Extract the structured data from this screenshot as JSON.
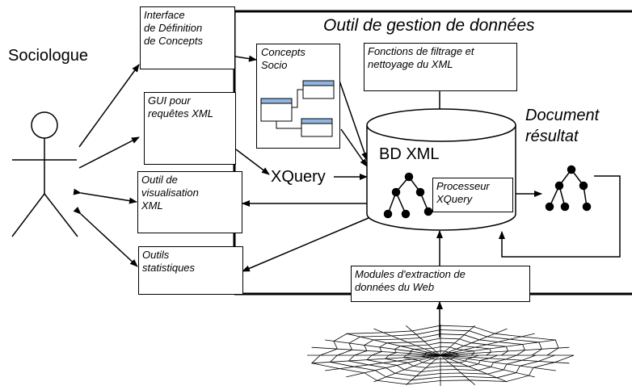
{
  "diagram": {
    "tool_title": "Outil de gestion de données",
    "actor_label": "Sociologue",
    "boxes": {
      "concept_interface": "Interface\nde Définition\nde Concepts",
      "gui_xml": "GUI pour\nrequêtes XML",
      "visualization": "Outil de\nvisualisation\nXML",
      "statistics": "Outils\nstatistiques",
      "concepts_socio": "Concepts\nSocio",
      "filter_functions": "Fonctions de filtrage et\nnettoyage du XML",
      "web_extraction": "Modules d'extraction de\ndonnées du Web",
      "xquery_processor": "Processeur\nXQuery"
    },
    "xquery_label": "XQuery",
    "database_label": "BD XML",
    "result_label": "Document\nrésultat"
  }
}
